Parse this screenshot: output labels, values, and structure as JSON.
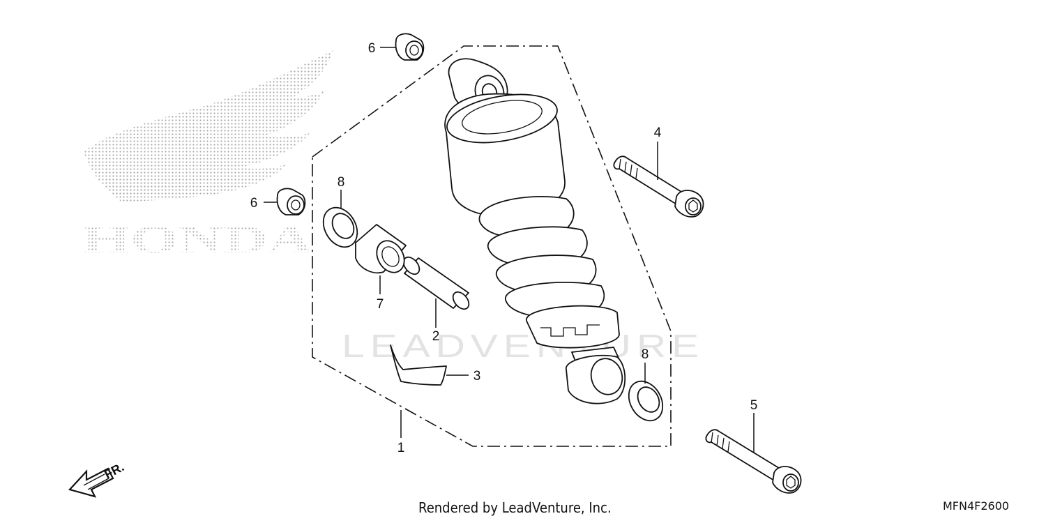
{
  "callouts": {
    "part_1": "1",
    "part_2": "2",
    "part_3": "3",
    "part_4": "4",
    "part_5": "5",
    "part_6_top": "6",
    "part_6_left": "6",
    "part_7": "7",
    "part_8_top": "8",
    "part_8_bottom": "8"
  },
  "direction_label": "FR.",
  "watermark": "LEADVENTURE",
  "brand_logo_text": "HONDA",
  "footer": {
    "render_credit": "Rendered by LeadVenture, Inc.",
    "diagram_code": "MFN4F2600"
  }
}
